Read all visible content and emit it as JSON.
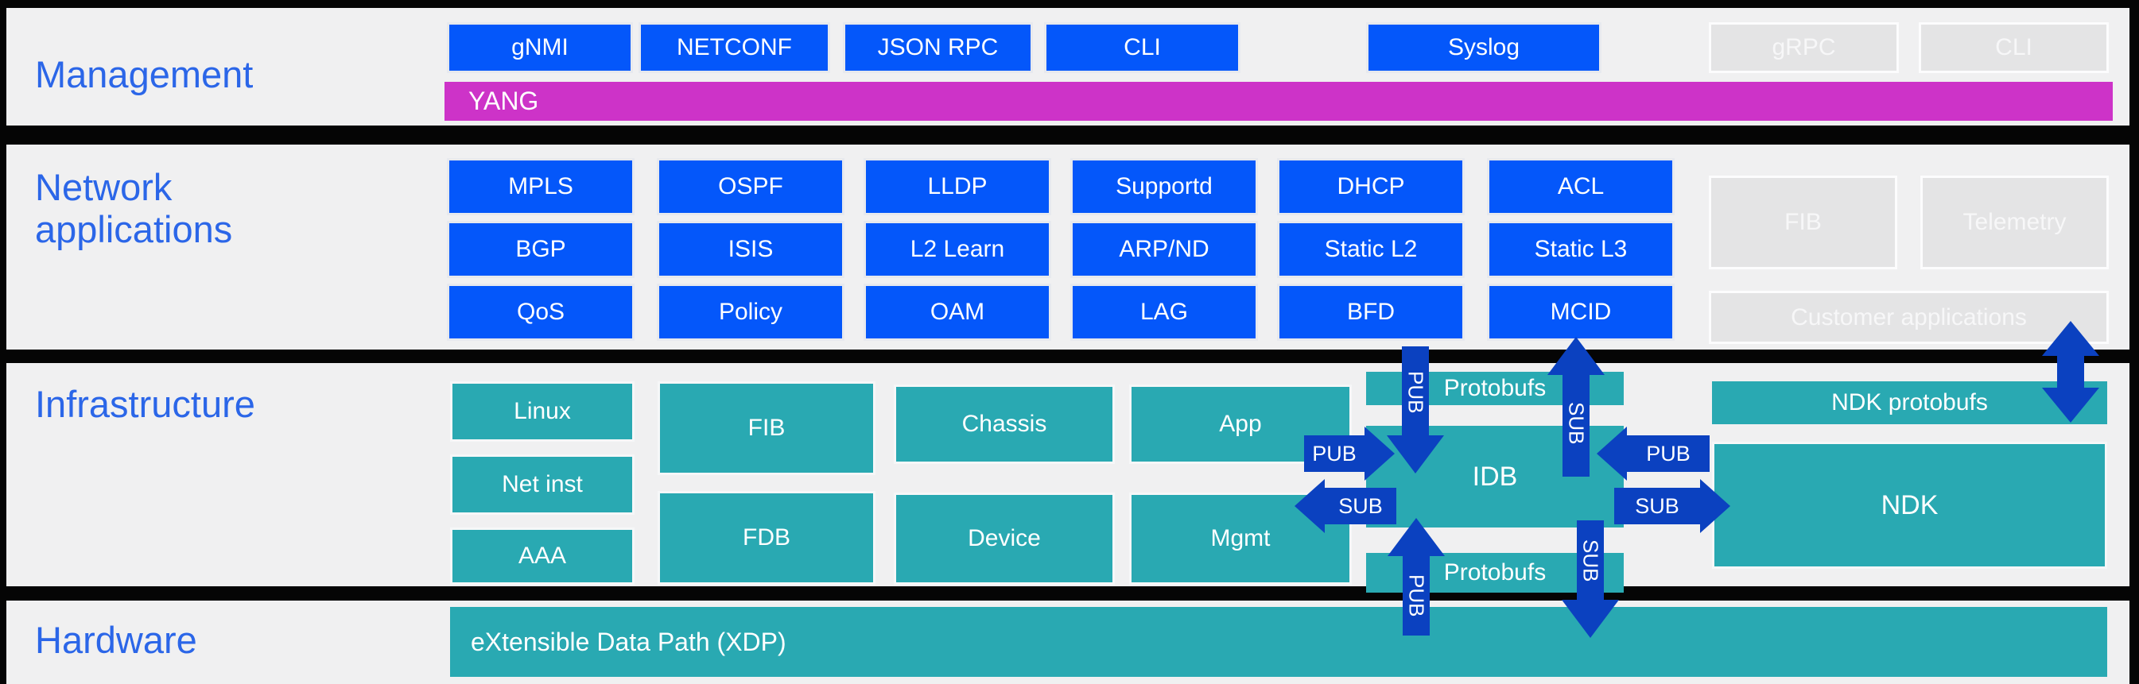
{
  "management": {
    "label": "Management",
    "buttons": [
      "gNMI",
      "NETCONF",
      "JSON RPC",
      "CLI",
      "Syslog"
    ],
    "inactive_buttons": [
      "gRPC",
      "CLI"
    ],
    "yang_label": "YANG"
  },
  "network_applications": {
    "label": "Network applications",
    "rows": [
      [
        "MPLS",
        "OSPF",
        "LLDP",
        "Supportd",
        "DHCP",
        "ACL"
      ],
      [
        "BGP",
        "ISIS",
        "L2 Learn",
        "ARP/ND",
        "Static L2",
        "Static L3"
      ],
      [
        "QoS",
        "Policy",
        "OAM",
        "LAG",
        "BFD",
        "MCID"
      ]
    ],
    "inactive_boxes": [
      "FIB",
      "Telemetry",
      "Customer applications"
    ]
  },
  "infrastructure": {
    "label": "Infrastructure",
    "system_boxes": [
      "Linux",
      "Net inst",
      "AAA"
    ],
    "table_boxes": [
      "FIB",
      "FDB"
    ],
    "platform_boxes": [
      "Chassis",
      "Device"
    ],
    "app_boxes": [
      "App",
      "Mgmt"
    ],
    "idb": {
      "top_bar": "Protobufs",
      "label": "IDB",
      "bottom_bar": "Protobufs"
    },
    "ndk": {
      "bar_label": "NDK protobufs",
      "label": "NDK"
    }
  },
  "hardware": {
    "label": "Hardware",
    "xdp_label": "eXtensible Data Path (XDP)"
  },
  "arrows": {
    "pub": "PUB",
    "sub": "SUB"
  },
  "colors": {
    "accent_blue": "#0457fa",
    "teal": "#29a9b2",
    "magenta": "#cd33c8",
    "arrow_blue": "#0b41c0",
    "label_blue": "#2b66e8",
    "band_background": "#f0f0f1",
    "inactive_gray": "#e4e4e5"
  }
}
